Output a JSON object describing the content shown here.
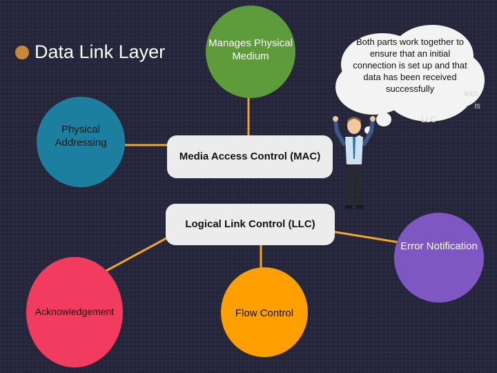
{
  "title": "Data Link Layer",
  "nodes": {
    "physical_medium": "Manages Physical Medium",
    "physical_addressing": "Physical Addressing",
    "error_notification": "Error Notification",
    "acknowledgement": "Acknowledgement",
    "flow_control": "Flow Control"
  },
  "sublayers": {
    "mac": "Media Access Control (MAC)",
    "llc": "Logical Link Control (LLC)"
  },
  "thought_bubble": {
    "text": "Both parts work together to ensure that an initial connection is set up and that data has been received successfully",
    "ghost_text_1": "into",
    "ghost_text_2": "is",
    "ghost_text_3": "LLC"
  },
  "colors": {
    "background": "#24243a",
    "title_dot": "#c8873a",
    "physical_medium": "#5d9b3b",
    "physical_addressing": "#1d7f9f",
    "error_notification": "#7f57c2",
    "acknowledgement": "#f23c5f",
    "flow_control": "#ff9f00",
    "connector": "#f5a623",
    "pill": "#ececec"
  }
}
